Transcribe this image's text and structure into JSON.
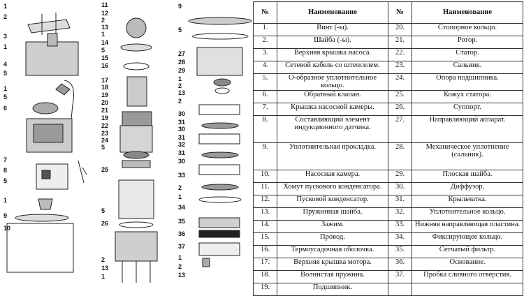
{
  "table": {
    "headers": [
      "№",
      "Наименование",
      "№",
      "Наименование"
    ],
    "rows": [
      [
        "1.",
        "Винт (-ы).",
        "20.",
        "Стопорное кольцо."
      ],
      [
        "2.",
        "Шайба (-ы).",
        "21.",
        "Ротор."
      ],
      [
        "3.",
        "Верхняя крышка насоса.",
        "22.",
        "Статор."
      ],
      [
        "4.",
        "Сетевой кабель со штепселем.",
        "23.",
        "Сальник."
      ],
      [
        "5.",
        "О-образное уплотнительное кольцо.",
        "24.",
        "Опора подшипника."
      ],
      [
        "6.",
        "Обратный клапан.",
        "25.",
        "Кожух статора."
      ],
      [
        "7.",
        "Крышка насосной камеры.",
        "26.",
        "Суппорт."
      ],
      [
        "8.",
        "Составляющий элемент индукционного датчика.",
        "27.",
        "Направляющий аппарат."
      ],
      [
        "9.",
        "Уплотнительная прокладка.",
        "28.",
        "Механическое уплотнение (сальник)."
      ],
      [
        "10.",
        "Насосная камера.",
        "29.",
        "Плоская шайба."
      ],
      [
        "11.",
        "Хомут пускового конденсатора.",
        "30.",
        "Диффузор."
      ],
      [
        "12.",
        "Пусковой конденсатор.",
        "31.",
        "Крыльчатка."
      ],
      [
        "13.",
        "Пружинная шайба.",
        "32.",
        "Уплотнительное кольцо."
      ],
      [
        "14.",
        "Зажим.",
        "33.",
        "Нижняя направляющая пластина."
      ],
      [
        "15.",
        "Провод.",
        "34.",
        "Фиксирующее кольцо."
      ],
      [
        "16.",
        "Термоусадочная оболочка.",
        "35.",
        "Сетчатый фильтр."
      ],
      [
        "17.",
        "Верхняя крышка мотора.",
        "36.",
        "Основание."
      ],
      [
        "18.",
        "Волнистая пружина.",
        "37.",
        "Пробка сливного отверстия."
      ],
      [
        "19.",
        "Подшипник.",
        "",
        ""
      ]
    ]
  },
  "diagram": {
    "left_labels": [
      "1",
      "2",
      "3",
      "1",
      "4",
      "5",
      "1",
      "5",
      "6",
      "7",
      "8",
      "5",
      "1",
      "9",
      "10"
    ],
    "middle_labels": [
      "11",
      "12",
      "2",
      "13",
      "1",
      "14",
      "5",
      "15",
      "16",
      "17",
      "18",
      "19",
      "20",
      "21",
      "19",
      "22",
      "23",
      "24",
      "5",
      "25",
      "5",
      "26",
      "2",
      "13",
      "1"
    ],
    "right_labels": [
      "9",
      "5",
      "27",
      "28",
      "29",
      "1",
      "2",
      "13",
      "2",
      "30",
      "31",
      "30",
      "31",
      "32",
      "31",
      "30",
      "33",
      "2",
      "1",
      "34",
      "35",
      "36",
      "37",
      "1",
      "2",
      "13"
    ]
  }
}
